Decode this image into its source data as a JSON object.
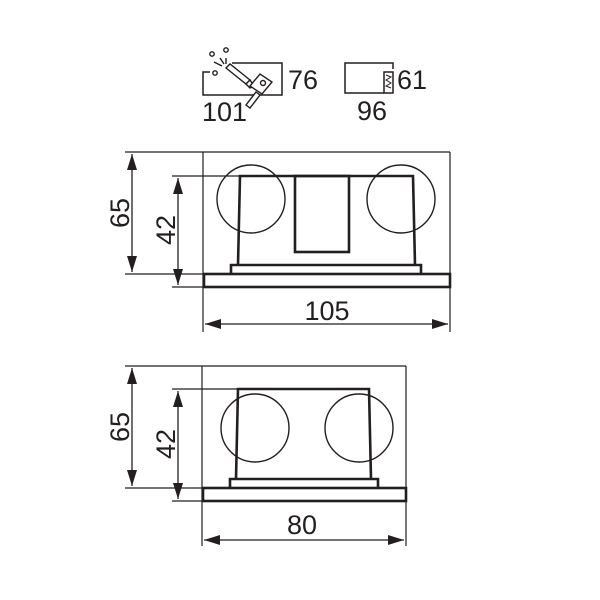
{
  "legend": {
    "cutout": {
      "icon": "cutout-tools-icon",
      "width_label": "101",
      "height_label": "76"
    },
    "mounting": {
      "icon": "spring-clip-mount-icon",
      "width_label": "96",
      "height_label": "61"
    }
  },
  "views": [
    {
      "name": "front-view",
      "width_label": "105",
      "height_total_label": "65",
      "height_body_label": "42"
    },
    {
      "name": "side-view",
      "width_label": "80",
      "height_total_label": "65",
      "height_body_label": "42"
    }
  ],
  "colors": {
    "line": "#231f20",
    "background": "#ffffff"
  }
}
